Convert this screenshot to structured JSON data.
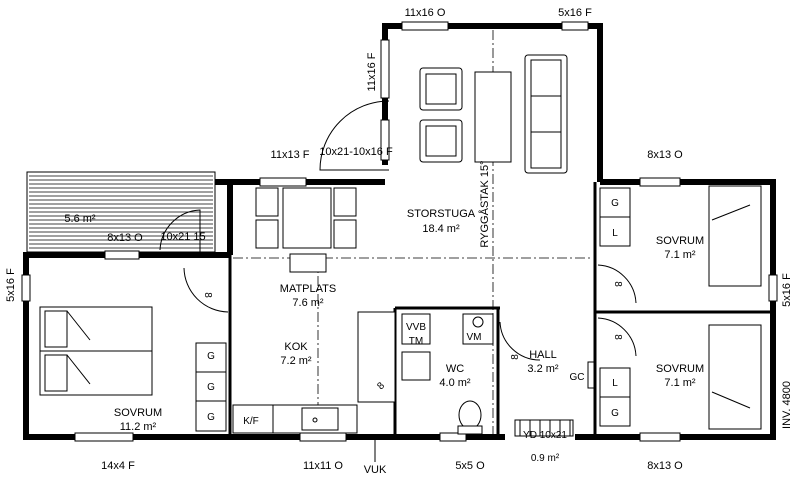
{
  "rooms": {
    "storstuga": {
      "name": "STORSTUGA",
      "area": "18.4 m²"
    },
    "matplats": {
      "name": "MATPLATS",
      "area": "7.6 m²"
    },
    "kok": {
      "name": "KOK",
      "area": "7.2 m²"
    },
    "sovrum_left": {
      "name": "SOVRUM",
      "area": "11.2 m²"
    },
    "sovrum_top_right": {
      "name": "SOVRUM",
      "area": "7.1 m²"
    },
    "sovrum_bottom_right": {
      "name": "SOVRUM",
      "area": "7.1 m²"
    },
    "wc": {
      "name": "WC",
      "area": "4.0 m²"
    },
    "hall": {
      "name": "HALL",
      "area": "3.2 m²"
    },
    "deck": {
      "area": "5.6 m²"
    },
    "yd": {
      "name": "YD 10x21",
      "area": "0.9 m²"
    }
  },
  "windows": {
    "top_storstuga_left": "11x16 O",
    "top_storstuga_right": "5x16 F",
    "storstuga_west": "11x16 F",
    "door_west_storstuga": "10x21-10x16 F",
    "matplats_top": "11x13 F",
    "deck_door": "10x21 15",
    "sovrum_top": "8x13 O",
    "left_wall": "5x16 F",
    "sovrum_right_top": "8x13 O",
    "right_wall": "5x16 F",
    "bottom_sovrum": "14x4 F",
    "bottom_kok": "11x11 O",
    "bottom_wc": "5x5 O",
    "bottom_right": "8x13 O"
  },
  "labels": {
    "ryggastak": "RYGGÅSTAK 15°",
    "inv": "INV. 4800",
    "vuk": "VUK",
    "kf": "K/F",
    "vvb": "VVB",
    "tm": "TM",
    "vm": "VM",
    "gc": "GC",
    "g": "G",
    "l": "L",
    "door_size": "8"
  }
}
